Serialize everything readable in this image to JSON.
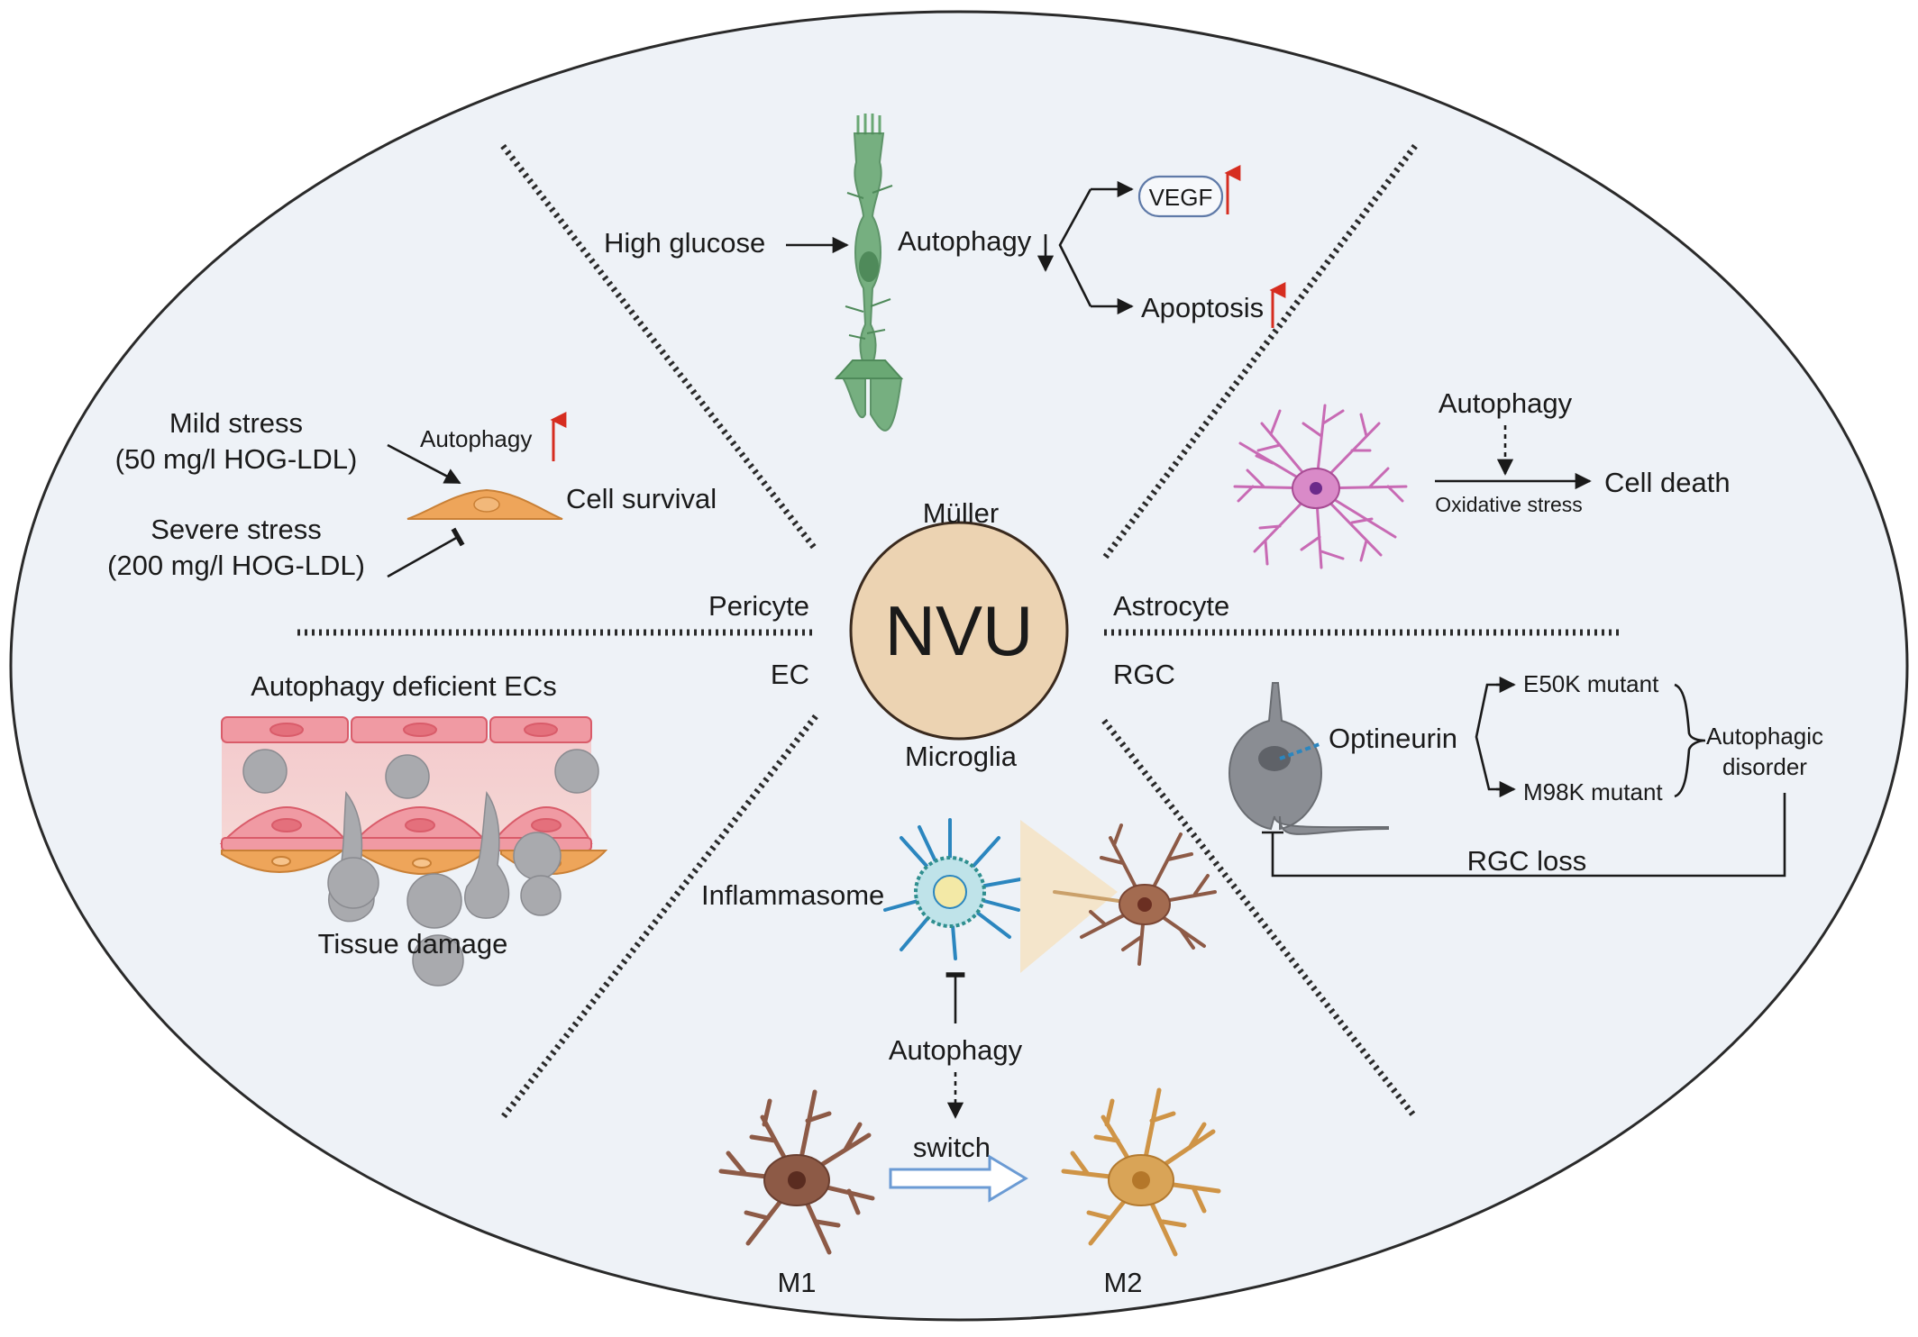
{
  "center": {
    "label": "NVU"
  },
  "cells": {
    "muller": "Müller",
    "microglia": "Microglia",
    "pericyte": "Pericyte",
    "astrocyte": "Astrocyte",
    "ec": "EC",
    "rgc": "RGC"
  },
  "muller_panel": {
    "stimulus": "High glucose",
    "process": "Autophagy",
    "vegf": "VEGF",
    "apoptosis": "Apoptosis"
  },
  "pericyte_panel": {
    "mild_line1": "Mild stress",
    "mild_line2": "(50 mg/l HOG-LDL)",
    "autophagy": "Autophagy",
    "outcome": "Cell survival",
    "severe_line1": "Severe stress",
    "severe_line2": "(200 mg/l HOG-LDL)"
  },
  "astrocyte_panel": {
    "autophagy": "Autophagy",
    "oxidative": "Oxidative stress",
    "outcome": "Cell death"
  },
  "ec_panel": {
    "title": "Autophagy deficient ECs",
    "outcome": "Tissue damage"
  },
  "rgc_panel": {
    "protein": "Optineurin",
    "mutant1": "E50K mutant",
    "mutant2": "M98K mutant",
    "disorder_line1": "Autophagic",
    "disorder_line2": "disorder",
    "loss": "RGC loss"
  },
  "microglia_panel": {
    "inflammasome": "Inflammasome",
    "autophagy": "Autophagy",
    "switch": "switch",
    "m1": "M1",
    "m2": "M2"
  },
  "colors": {
    "background": "#eef2f7",
    "nvu_fill": "#ecd3b2",
    "muller_green": "#6aa874",
    "astrocyte_pink": "#c86ab4",
    "pericyte_orange": "#eea55a",
    "ec_pink": "#f09aa3",
    "microglia_brown": "#8d5a46",
    "m2_orange": "#cf9446",
    "inflammasome_blue": "#2b86bf",
    "arrow_red": "#d62d20"
  }
}
